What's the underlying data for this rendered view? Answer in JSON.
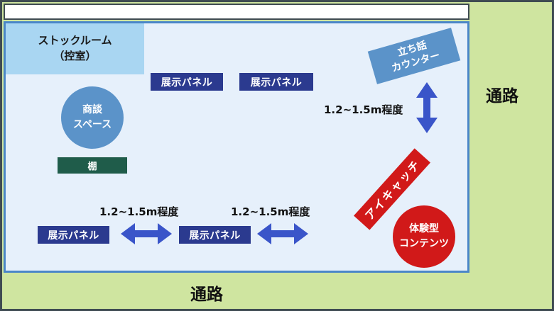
{
  "colors": {
    "corridor": "#cfe5a0",
    "floor": "#e6f0fb",
    "floor_border": "#4a86c8",
    "stock_room": "#a9d6f2",
    "panel": "#2b3a8f",
    "negotiation_space": "#5b93c9",
    "shelf": "#1f5c4a",
    "arrow": "#3a55c9",
    "eye_catch": "#d11919",
    "experience_content": "#d11919"
  },
  "stock_room": {
    "line1": "ストックルーム",
    "line2": "（控室）"
  },
  "panels": {
    "top_left": "展示パネル",
    "top_right": "展示パネル",
    "bottom_left": "展示パネル",
    "bottom_center": "展示パネル"
  },
  "negotiation_space": {
    "line1": "商談",
    "line2": "スペース"
  },
  "shelf": "棚",
  "standing_counter": {
    "line1": "立ち話",
    "line2": "カウンター"
  },
  "distances": {
    "right_vertical": "1.2~1.5m程度",
    "bottom_left": "1.2~1.5m程度",
    "bottom_right": "1.2~1.5m程度"
  },
  "eye_catch": "アイキャッチ",
  "experience_content": {
    "line1": "体験型",
    "line2": "コンテンツ"
  },
  "corridor_right": "通路",
  "corridor_bottom": "通路",
  "icons": [
    "double-arrow-vertical-icon",
    "double-arrow-horizontal-icon"
  ]
}
